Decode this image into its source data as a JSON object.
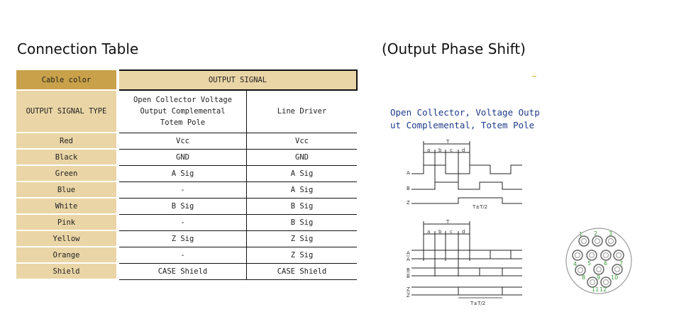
{
  "titles": {
    "connection_table": "Connection Table",
    "phase_shift": "(Output Phase Shift)"
  },
  "table": {
    "cable_color_header": "Cable color",
    "output_signal_header": "OUTPUT SIGNAL",
    "signal_type_header": "OUTPUT SIGNAL TYPE",
    "col_open_collector": [
      "Open Collector  Voltage",
      "Output  Complemental",
      "Totem Pole"
    ],
    "col_line_driver": "Line Driver",
    "rows": [
      {
        "color": "Red",
        "oc": "Vcc",
        "ld": "Vcc"
      },
      {
        "color": "Black",
        "oc": "GND",
        "ld": "GND"
      },
      {
        "color": "Green",
        "oc": "A Sig",
        "ld": "A Sig"
      },
      {
        "color": "Blue",
        "oc": "-",
        "ld": "A Sig"
      },
      {
        "color": "White",
        "oc": "B Sig",
        "ld": "B Sig"
      },
      {
        "color": "Pink",
        "oc": "-",
        "ld": "B Sig"
      },
      {
        "color": "Yellow",
        "oc": "Z Sig",
        "ld": "Z Sig"
      },
      {
        "color": "Orange",
        "oc": "-",
        "ld": "Z Sig"
      },
      {
        "color": "Shield",
        "oc": "CASE Shield",
        "ld": "CASE Shield"
      }
    ]
  },
  "diagram": {
    "subtitle_lines": [
      "Open Collector, Voltage Outp",
      "ut  Complemental, Totem Pole"
    ],
    "period_label": "T",
    "phase_labels": [
      "a",
      "b",
      "c",
      "d"
    ],
    "z_width_label": "T±T/2",
    "diagram1_labels": [
      "A",
      "B",
      "Z"
    ],
    "diagram2_labels": [
      "A",
      "A",
      "B",
      "B",
      "Z",
      "Z"
    ]
  },
  "connector": {
    "pin_numbers": [
      "1",
      "2",
      "3",
      "4",
      "5",
      "6",
      "7",
      "8",
      "9",
      "10",
      "11",
      "12"
    ]
  },
  "colors": {
    "header_dark": "#c9a14a",
    "header_light": "#ead5a6",
    "subtitle_blue": "#1f3b8a",
    "pin_green": "#3a9a3a"
  }
}
